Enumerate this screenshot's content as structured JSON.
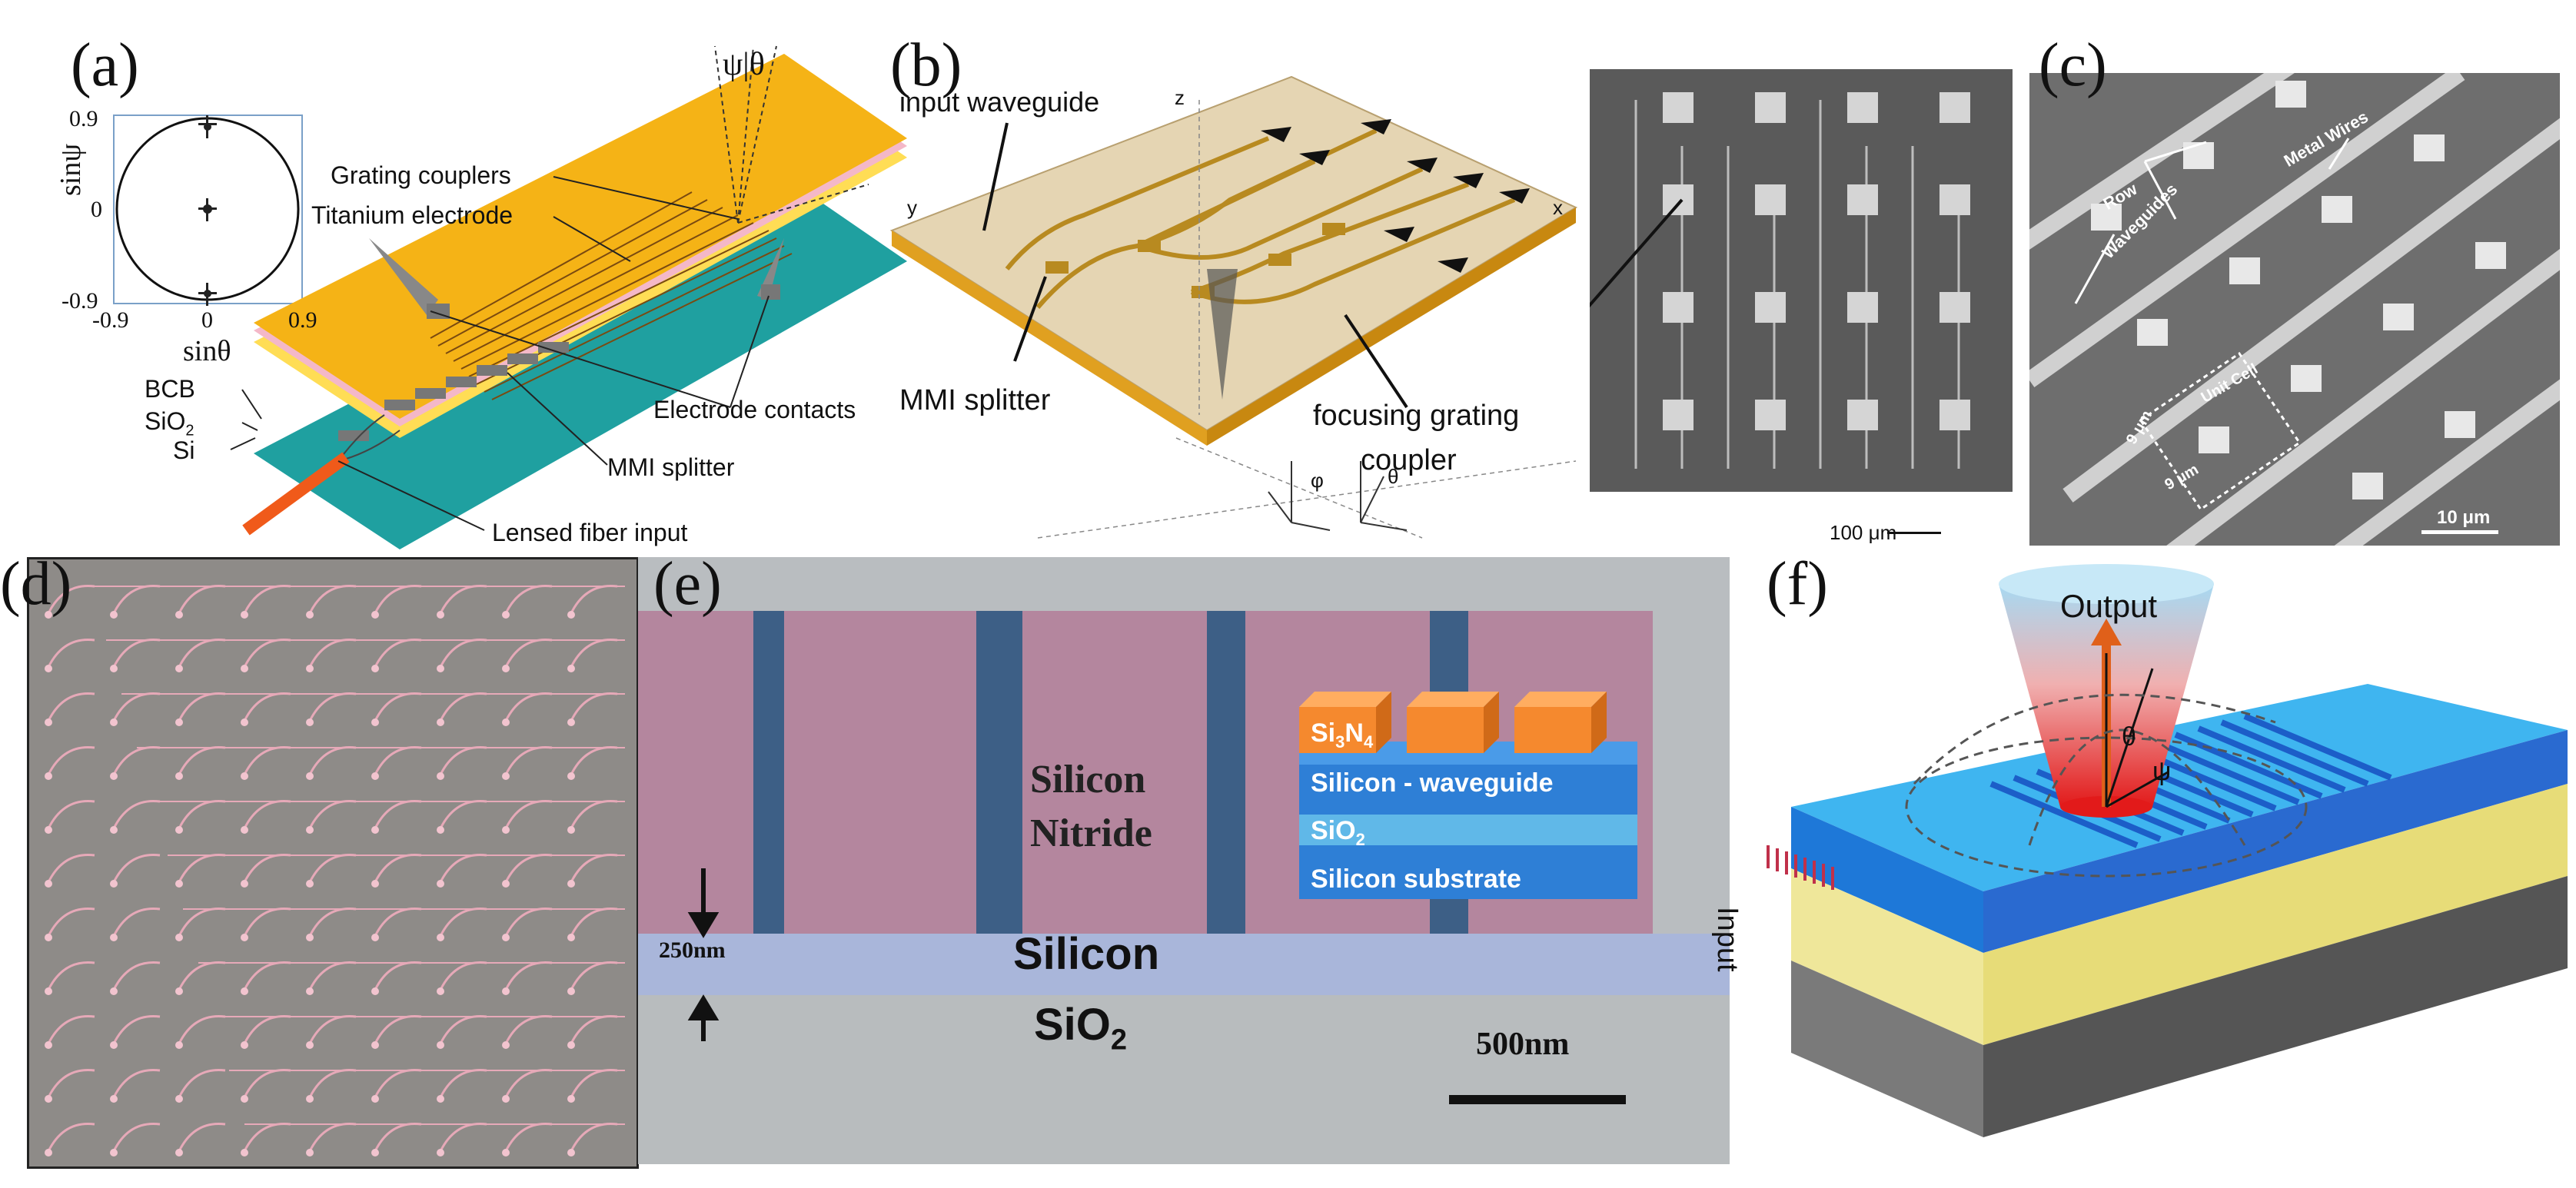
{
  "panels": {
    "a": {
      "label": "(a)",
      "plot": {
        "ytick_top": "0.9",
        "ytick_mid": "0",
        "ytick_bot": "-0.9",
        "xtick_left": "-0.9",
        "xtick_mid": "0",
        "xtick_right": "0.9",
        "ylabel": "sinψ",
        "xlabel": "sinθ"
      },
      "angle_label": "ψ|θ",
      "callouts": {
        "grating": "Grating couplers",
        "titanium": "Titanium electrode",
        "electrode": "Electrode contacts",
        "mmi": "MMI splitter",
        "fiber": "Lensed fiber input"
      },
      "layers": {
        "bcb": "BCB",
        "sio2": "SiO",
        "sio2_sub": "2",
        "si": "Si"
      }
    },
    "b": {
      "label": "(b)",
      "callouts": {
        "input": "input waveguide",
        "mmi": "MMI splitter",
        "focusing_1": "focusing grating",
        "focusing_2": "coupler"
      },
      "axes": {
        "z": "z",
        "x": "x",
        "y": "y",
        "phi": "φ",
        "theta": "θ"
      },
      "scalebar": "100 μm"
    },
    "c": {
      "label": "(c)",
      "callouts": {
        "metal": "Metal Wires",
        "row": "Row",
        "wave": "Waveguides",
        "unit": "Unit Cell",
        "dim1": "9 μm",
        "dim2": "9 μm"
      },
      "scalebar": "10 μm"
    },
    "d": {
      "label": "(d)"
    },
    "e": {
      "label": "(e)",
      "texts": {
        "nitride_1": "Silicon",
        "nitride_2": "Nitride",
        "silicon": "Silicon",
        "sio2": "SiO",
        "sio2_sub": "2",
        "thick": "250nm",
        "scalebar": "500nm"
      },
      "inset": {
        "si3n4_a": "Si",
        "si3n4_b": "3",
        "si3n4_c": "N",
        "si3n4_d": "4",
        "waveguide": "Silicon - waveguide",
        "sio2": "SiO",
        "sio2_sub": "2",
        "substrate": "Silicon substrate"
      }
    },
    "f": {
      "label": "(f)",
      "texts": {
        "output": "Output",
        "input": "Input",
        "theta": "θ",
        "psi": "ψ"
      }
    }
  },
  "colors": {
    "chip_yellow": "#f5b316",
    "teal": "#1fa0a0",
    "pink_layer": "#f4b8c8",
    "nitride_pink": "#b4869e",
    "inset_blue": "#2e7fd6",
    "inset_orange": "#f5892e",
    "beam_red": "#e21a1a",
    "output_blue": "#a7d9f2"
  }
}
